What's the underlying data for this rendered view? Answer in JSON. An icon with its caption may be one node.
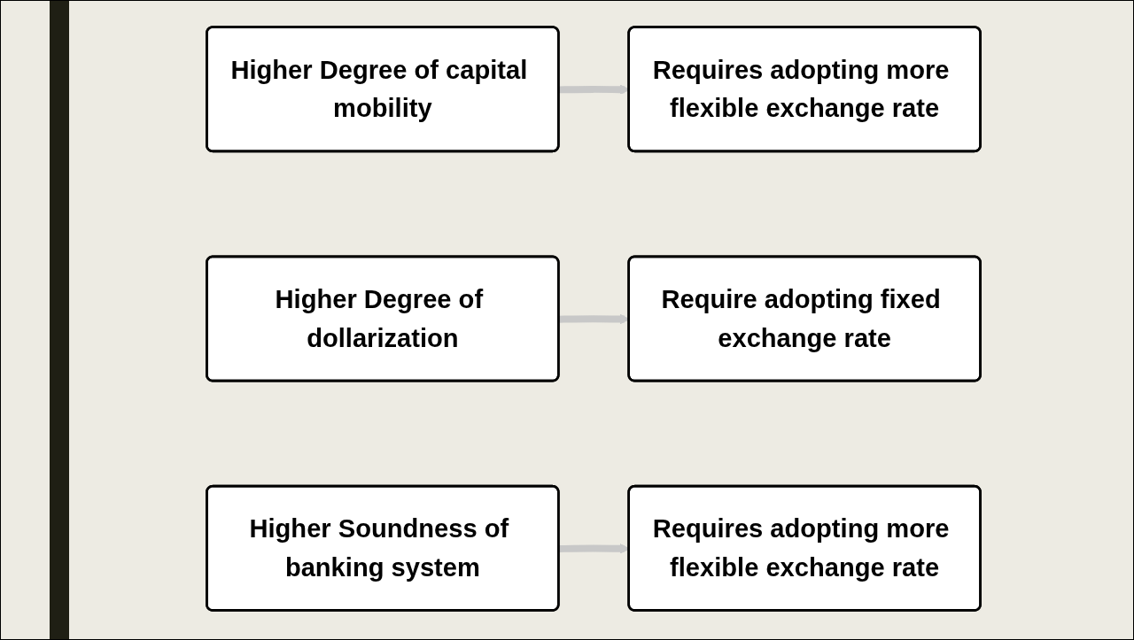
{
  "diagram": {
    "nodes": [
      {
        "text": [
          "Higher Degree of capital mobility"
        ]
      },
      {
        "text": [
          "Requires adopting more flexible exchange rate"
        ]
      },
      {
        "text": [
          "Higher Degree of dollarization"
        ]
      },
      {
        "text": [
          "Require adopting fixed exchange rate"
        ]
      },
      {
        "text": [
          "Higher Soundness of banking system"
        ]
      },
      {
        "text": [
          "Requires adopting more flexible exchange rate"
        ]
      }
    ],
    "edges": [
      {
        "from": 0,
        "to": 1,
        "arrow": "to"
      },
      {
        "from": 2,
        "to": 3,
        "arrow": "to"
      },
      {
        "from": 4,
        "to": 5,
        "arrow": "to"
      }
    ]
  }
}
